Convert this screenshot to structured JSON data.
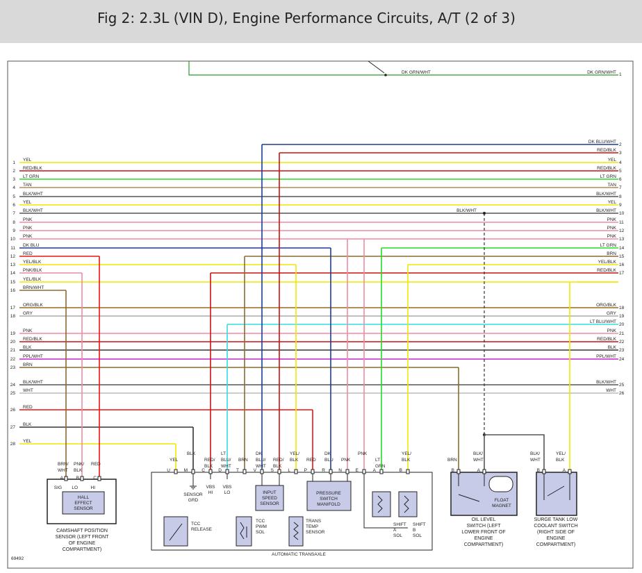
{
  "header": {
    "title": "Fig 2: 2.3L (VIN D), Engine Performance Circuits, A/T (2 of 3)"
  },
  "figure_number": "69492",
  "top_wire": {
    "label_left": "DK GRN/WHT",
    "label_right": "DK GRN/WHT",
    "pin": "1"
  },
  "left_wires": [
    {
      "pin": "1",
      "label": "YEL",
      "color": "#f2e600"
    },
    {
      "pin": "2",
      "label": "RED/BLK",
      "color": "#cc1111"
    },
    {
      "pin": "3",
      "label": "LT GRN",
      "color": "#22dd22"
    },
    {
      "pin": "4",
      "label": "TAN",
      "color": "#b08a5a"
    },
    {
      "pin": "5",
      "label": "BLK/WHT",
      "color": "#555555"
    },
    {
      "pin": "6",
      "label": "YEL",
      "color": "#f2e600"
    },
    {
      "pin": "7",
      "label": "BLK/WHT",
      "color": "#555555"
    },
    {
      "pin": "8",
      "label": "PNK",
      "color": "#f08aa0"
    },
    {
      "pin": "9",
      "label": "PNK",
      "color": "#f08aa0"
    },
    {
      "pin": "10",
      "label": "PNK",
      "color": "#f08aa0"
    },
    {
      "pin": "11",
      "label": "DK BLU",
      "color": "#1a3a9a"
    },
    {
      "pin": "12",
      "label": "RED",
      "color": "#ee1111"
    },
    {
      "pin": "13",
      "label": "YEL/BLK",
      "color": "#f2e600"
    },
    {
      "pin": "14",
      "label": "PNK/BLK",
      "color": "#f08aa0"
    },
    {
      "pin": "15",
      "label": "YEL/BLK",
      "color": "#f2e600"
    },
    {
      "pin": "16",
      "label": "BRN/WHT",
      "color": "#8a6a30"
    },
    {
      "pin": "17",
      "label": "ORG/BLK",
      "color": "#9a6a20"
    },
    {
      "pin": "18",
      "label": "GRY",
      "color": "#aaaaaa"
    },
    {
      "pin": "19",
      "label": "PNK",
      "color": "#f08aa0"
    },
    {
      "pin": "20",
      "label": "RED/BLK",
      "color": "#cc1111"
    },
    {
      "pin": "21",
      "label": "BLK",
      "color": "#333333"
    },
    {
      "pin": "22",
      "label": "PPL/WHT",
      "color": "#cc22cc"
    },
    {
      "pin": "23",
      "label": "BRN",
      "color": "#8a6a30"
    },
    {
      "pin": "24",
      "label": "BLK/WHT",
      "color": "#555555"
    },
    {
      "pin": "25",
      "label": "WHT",
      "color": "#bbbbbb"
    },
    {
      "pin": "26",
      "label": "RED",
      "color": "#ee1111"
    },
    {
      "pin": "27",
      "label": "BLK",
      "color": "#333333"
    },
    {
      "pin": "28",
      "label": "YEL",
      "color": "#f2e600"
    }
  ],
  "right_wires": [
    {
      "pin": "2",
      "label": "DK BLU/WHT",
      "color": "#1a3a9a"
    },
    {
      "pin": "3",
      "label": "RED/BLK",
      "color": "#cc1111"
    },
    {
      "pin": "4",
      "label": "YEL",
      "color": "#f2e600"
    },
    {
      "pin": "5",
      "label": "RED/BLK",
      "color": "#cc1111"
    },
    {
      "pin": "6",
      "label": "LT GRN",
      "color": "#22dd22"
    },
    {
      "pin": "7",
      "label": "TAN",
      "color": "#b08a5a"
    },
    {
      "pin": "8",
      "label": "BLK/WHT",
      "color": "#555555"
    },
    {
      "pin": "9",
      "label": "YEL",
      "color": "#f2e600"
    },
    {
      "pin": "10",
      "label": "BLK/WHT",
      "color": "#555555"
    },
    {
      "pin": "11",
      "label": "PNK",
      "color": "#f08aa0"
    },
    {
      "pin": "12",
      "label": "PNK",
      "color": "#f08aa0"
    },
    {
      "pin": "13",
      "label": "PNK",
      "color": "#f08aa0"
    },
    {
      "pin": "14",
      "label": "LT GRN",
      "color": "#22dd22"
    },
    {
      "pin": "15",
      "label": "BRN",
      "color": "#8a6a30"
    },
    {
      "pin": "16",
      "label": "YEL/BLK",
      "color": "#f2e600"
    },
    {
      "pin": "17",
      "label": "RED/BLK",
      "color": "#cc1111"
    },
    {
      "pin": "18",
      "label": "ORG/BLK",
      "color": "#9a6a20"
    },
    {
      "pin": "19",
      "label": "GRY",
      "color": "#aaaaaa"
    },
    {
      "pin": "20",
      "label": "LT BLU/WHT",
      "color": "#33dddd"
    },
    {
      "pin": "21",
      "label": "PNK",
      "color": "#f08aa0"
    },
    {
      "pin": "22",
      "label": "RED/BLK",
      "color": "#cc1111"
    },
    {
      "pin": "23",
      "label": "BLK",
      "color": "#333333"
    },
    {
      "pin": "24",
      "label": "PPL/WHT",
      "color": "#cc22cc"
    },
    {
      "pin": "25",
      "label": "BLK/WHT",
      "color": "#555555"
    },
    {
      "pin": "26",
      "label": "WHT",
      "color": "#bbbbbb"
    }
  ],
  "splice_label": "BLK/WHT",
  "components": {
    "camshaft": {
      "title": "HALL EFFECT SENSOR",
      "pins": [
        "SIG",
        "LO",
        "HI"
      ],
      "pin_letters": [
        "A",
        "B",
        "C"
      ],
      "wire_labels": [
        "BRN/ WHT",
        "PNK/ BLK",
        "RED"
      ],
      "caption": "CAMSHAFT POSITION SENSOR (LEFT FRONT OF ENGINE COMPARTMENT)"
    },
    "transaxle": {
      "caption": "AUTOMATIC TRANSAXLE",
      "pins": [
        "U",
        "M",
        "C",
        "D",
        "T",
        "V",
        "S",
        "L",
        "P",
        "R",
        "N",
        "E",
        "A",
        "B"
      ],
      "wire_labels": [
        "YEL",
        "BLK",
        "RED/ BLK",
        "LT BLU/ WHT",
        "BRN",
        "DK BLU/ WHT",
        "RED/ BLK",
        "YEL/ BLK",
        "RED",
        "DK BLU",
        "PNK",
        "PNK",
        "LT GRN",
        "YEL/ BLK"
      ],
      "sensor_grd": "SENSOR GRD",
      "vbs_hi": "VBS HI",
      "vbs_lo": "VBS LO",
      "input_speed": "INPUT SPEED SENSOR",
      "pressure_switch": "PRESSURE SWITCH MANIFOLD",
      "tcc_release": "TCC RELEASE",
      "tcc_pwm": "TCC PWM SOL",
      "trans_temp": "TRANS TEMP SENSOR",
      "shift_a": "SHIFT A SOL",
      "shift_b": "SHIFT B SOL"
    },
    "oil_level": {
      "pins": [
        "B",
        "A"
      ],
      "wire_labels": [
        "BRN",
        "BLK/ WHT"
      ],
      "float_magnet": "FLOAT MAGNET",
      "caption": "OIL LEVEL SWITCH (LEFT LOWER FRONT OF ENGINE COMPARTMENT)"
    },
    "surge_tank": {
      "pins": [
        "B",
        "A"
      ],
      "wire_labels": [
        "BLK/ WHT",
        "YEL/ BLK"
      ],
      "caption": "SURGE TANK LOW COOLANT SWITCH (RIGHT SIDE OF ENGINE COMPARTMENT)"
    }
  }
}
